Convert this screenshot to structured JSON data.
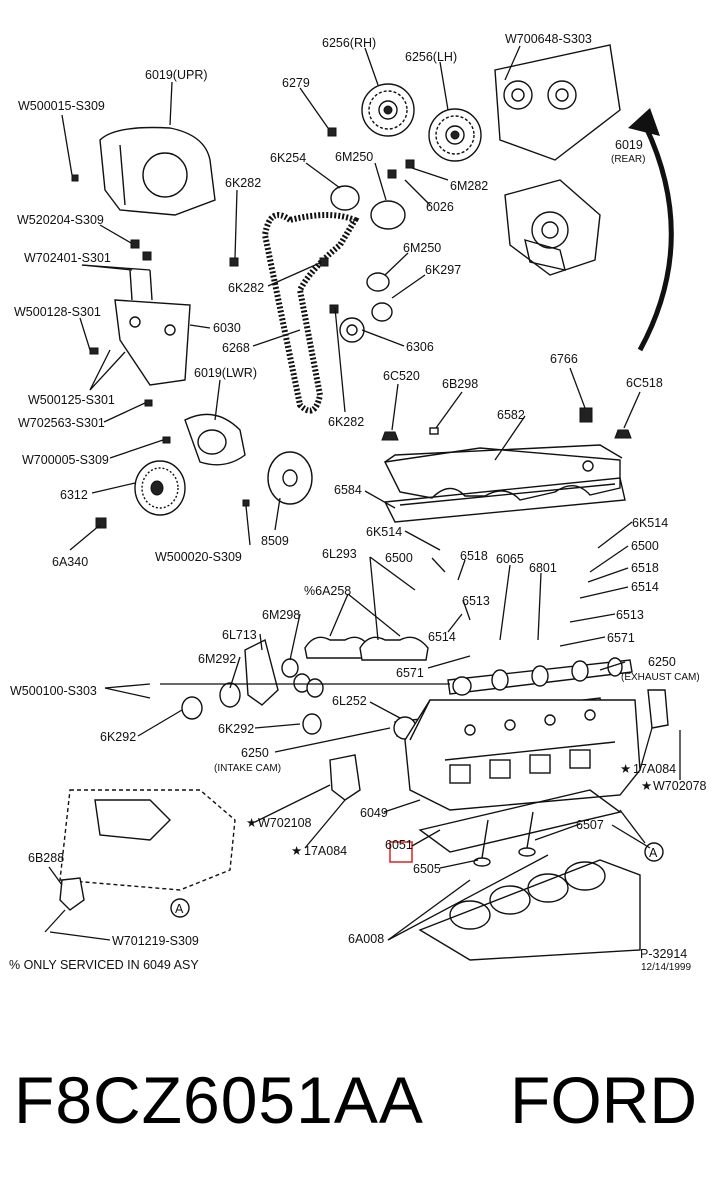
{
  "labels": {
    "l6256rh": "6256(RH)",
    "lw700648": "W700648-S303",
    "l6256lh": "6256(LH)",
    "l6019upr": "6019(UPR)",
    "l6279": "6279",
    "lw500015": "W500015-S309",
    "l6k254": "6K254",
    "l6m250a": "6M250",
    "l6019rear1": "6019",
    "l6019rear2": "(REAR)",
    "l6m282": "6M282",
    "l6k282a": "6K282",
    "l6026": "6026",
    "lw520204": "W520204-S309",
    "lw702401": "W702401-S301",
    "l6m250b": "6M250",
    "l6k297": "6K297",
    "l6k282b": "6K282",
    "lw500128": "W500128-S301",
    "l6030": "6030",
    "l6268": "6268",
    "l6306": "6306",
    "lw500125": "W500125-S301",
    "l6019lwr": "6019(LWR)",
    "l6766": "6766",
    "l6c520": "6C520",
    "l6b298": "6B298",
    "l6c518a": "6C518",
    "lw702563": "W702563-S301",
    "l6582": "6582",
    "l6k282c": "6K282",
    "lw700005": "W700005-S309",
    "l6312": "6312",
    "l6584": "6584",
    "l6a340": "6A340",
    "lw500020": "W500020-S309",
    "l8509": "8509",
    "l6k514a": "6K514",
    "l6k514b": "6K514",
    "l6l293": "6L293",
    "l6500a": "6500",
    "l6518a": "6518",
    "l6065": "6065",
    "l6801": "6801",
    "l6500b": "6500",
    "l6a258": "%6A258",
    "l6518b": "6518",
    "l6513a": "6513",
    "l6514a": "6514",
    "l6m298": "6M298",
    "l6514b": "6514",
    "l6513b": "6513",
    "l6l713": "6L713",
    "l6571a": "6571",
    "l6571b": "6571",
    "l6m292": "6M292",
    "l6250ex1": "6250",
    "l6250ex2": "(EXHAUST CAM)",
    "lw500100": "W500100-S303",
    "l6l252": "6L252",
    "l6k292a": "6K292",
    "l6k292b": "6K292",
    "l6250in1": "6250",
    "l6250in2": "(INTAKE CAM)",
    "l17a084a": "17A084",
    "lw702078": "W702078",
    "l6049": "6049",
    "lw702108": "W702108",
    "l6507": "6507",
    "l6051": "6051",
    "l17a084b": "17A084",
    "la1": "A",
    "l6b288": "6B288",
    "l6505": "6505",
    "la2": "A",
    "l6a008": "6A008",
    "lw701219": "W701219-S309",
    "lp32914": "P-32914",
    "ldate": "12/14/1999",
    "lnote": "% ONLY SERVICED IN 6049 ASY",
    "star": "★"
  },
  "footer": {
    "part_number": "F8CZ6051AA",
    "brand": "FORD"
  },
  "highlight_color": "#e03030"
}
